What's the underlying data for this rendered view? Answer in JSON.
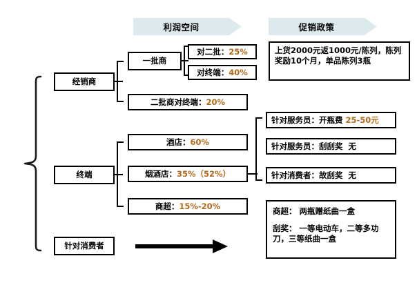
{
  "headers": [
    {
      "id": "profit-space",
      "label": "利润空间"
    },
    {
      "id": "promo-policy",
      "label": "促销政策"
    }
  ],
  "channels": [
    {
      "id": "distributor",
      "label": "经销商"
    },
    {
      "id": "terminal",
      "label": "终端"
    },
    {
      "id": "consumer",
      "label": "针对消费者"
    }
  ],
  "tiers": {
    "first_wholesaler": "一批商",
    "margins": [
      {
        "id": "to-second-wholesale",
        "prefix": "对二批：",
        "value": "25%"
      },
      {
        "id": "to-terminal",
        "prefix": "对终端：",
        "value": "40%"
      }
    ],
    "second_to_terminal": {
      "prefix": "二批商对终端：",
      "value": "20%"
    }
  },
  "terminal_margins": [
    {
      "id": "hotel",
      "prefix": "酒店：",
      "value": "60%"
    },
    {
      "id": "tobacco-liquor-store",
      "prefix": "烟酒店：",
      "value": "35%（52%）"
    },
    {
      "id": "supermarket",
      "prefix": "商超：",
      "value": "15%-20%"
    }
  ],
  "promo_distributor": {
    "text": "上货2000元返1000元/陈列，陈列奖励10个月，单品陈列3瓶"
  },
  "promo_terminal": [
    {
      "id": "waiter-open-bottle-fee",
      "prefix": "针对服务员：开瓶费",
      "value": "25-50元"
    },
    {
      "id": "waiter-scratch-prize",
      "prefix": "针对服务员：刮刮奖",
      "value": "无"
    },
    {
      "id": "consumer-scratch-prize",
      "prefix": "针对消费者：故刮奖",
      "value": "无"
    }
  ],
  "promo_consumer": {
    "line1": "商超：  两瓶赠纸曲一盒",
    "line2": "刮奖：  一等电动车，二等多功刀，三等纸曲一盒"
  },
  "colors": {
    "banner_fill": "#dce9ed",
    "number_accent": "#b3691a",
    "stroke": "#000000",
    "background": "#ffffff"
  },
  "icons": {
    "flow_arrow": "right-arrow-icon",
    "left_brace": "curly-brace-icon"
  }
}
